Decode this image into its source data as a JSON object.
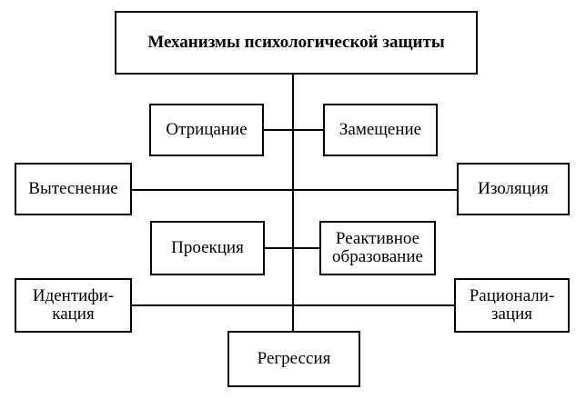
{
  "diagram": {
    "title": "Механизмы психологической защиты",
    "nodes": {
      "denial": "Отрицание",
      "substitution": "Замещение",
      "repression": "Вытеснение",
      "isolation": "Изоляция",
      "projection": "Проекция",
      "reaction_formation": "Реактивное\nобразование",
      "identification": "Идентифи-\nкация",
      "rationalization": "Рационали-\nзация",
      "regression": "Регрессия"
    }
  }
}
